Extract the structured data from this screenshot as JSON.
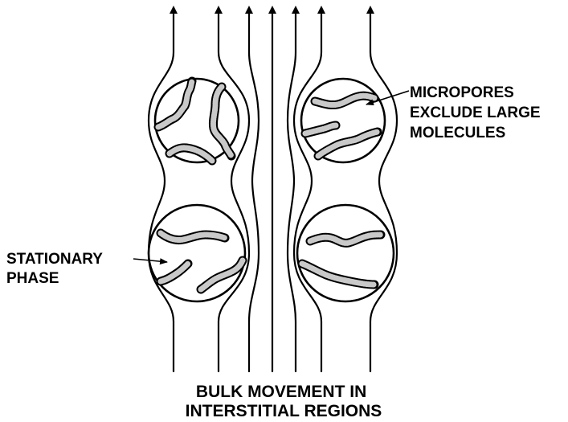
{
  "labels": {
    "micropores": [
      "MICROPORES",
      "EXCLUDE LARGE",
      "MOLECULES"
    ],
    "stationary": [
      "STATIONARY",
      "PHASE"
    ],
    "caption": [
      "BULK MOVEMENT IN",
      "INTERSTITIAL REGIONS"
    ]
  }
}
